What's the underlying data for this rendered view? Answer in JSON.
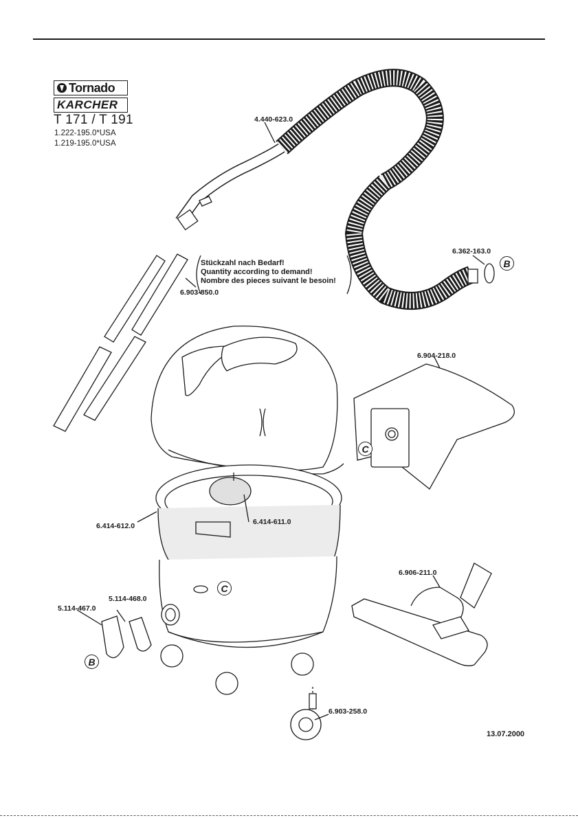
{
  "brand": {
    "logo_top": "Tornado",
    "logo_bottom": "KARCHER",
    "model": "T 171 / T 191",
    "codes": [
      "1.222-195.0*USA",
      "1.219-195.0*USA"
    ]
  },
  "parts": {
    "hose": "4.440-623.0",
    "hose_ring": "6.362-163.0",
    "tubes": "6.903-850.0",
    "bag": "6.904-218.0",
    "container": "6.414-612.0",
    "filter": "6.414-611.0",
    "floor_nozzle": "6.906-211.0",
    "clip_small": "5.114-468.0",
    "clip_large": "5.114-467.0",
    "caster": "6.903-258.0"
  },
  "note_lines": [
    "Stückzahl nach Bedarf!",
    "Quantity according to demand!",
    "Nombre des pieces suivant le besoin!"
  ],
  "markers": {
    "b": "B",
    "c": "C"
  },
  "date": "13.07.2000"
}
